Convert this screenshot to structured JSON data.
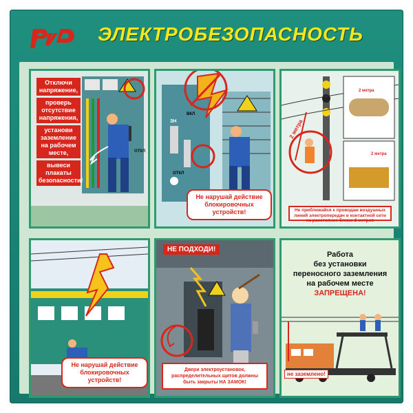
{
  "header": {
    "title": "ЭЛЕКТРОБЕЗОПАСНОСТЬ"
  },
  "panel1": {
    "steps": [
      "Отключи напряжение,",
      "проверь отсутствие напряжения,",
      "установи заземление на рабочем месте,",
      "вывеси плакаты безопасности!"
    ],
    "switch_label": "ОТКЛ"
  },
  "panel2": {
    "caption": "Не нарушай действие блокировочных устройств!",
    "labels": [
      "ВКЛ",
      "ЗН",
      "ОТКЛ"
    ]
  },
  "panel3": {
    "meter_a": "2 метра",
    "meter_b": "2 метра",
    "meter_c": "2 метра",
    "warning": "Не приближайся к проводам воздушных линий электропередач и контактной сети на расстояние ближе 2 метров"
  },
  "panel4": {
    "caption": "Не нарушай действие блокировочных устройств!"
  },
  "panel5": {
    "tag": "НЕ ПОДХОДИ!",
    "caption": "Двери электроустановок, распределительных щитов должны быть закрыты НА ЗАМОК!"
  },
  "panel6": {
    "text_lines": [
      "Работа",
      "без установки",
      "переносного заземления",
      "на рабочем месте"
    ],
    "text_red": "ЗАПРЕЩЕНА!",
    "label": "не заземлено!"
  },
  "colors": {
    "board": "#1f8f7e",
    "title": "#f7e71a",
    "red": "#d7261b",
    "panel_border": "#2e9a6f"
  }
}
